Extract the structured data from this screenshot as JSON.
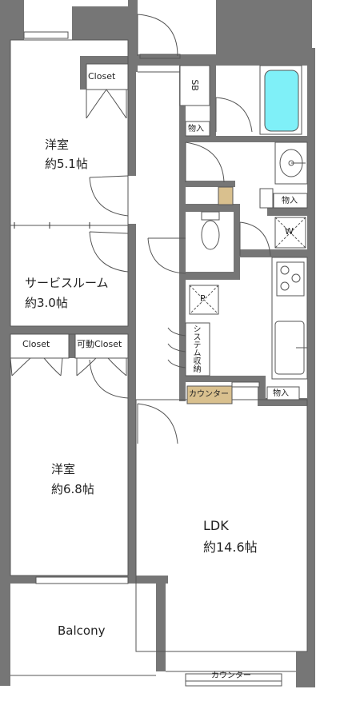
{
  "rooms": {
    "western_top": {
      "name": "洋室",
      "size": "約5.1帖"
    },
    "service_room": {
      "name": "サービスルーム",
      "size": "約3.0帖"
    },
    "western_bottom": {
      "name": "洋室",
      "size": "約6.8帖"
    },
    "ldk": {
      "name": "LDK",
      "size": "約14.6帖"
    },
    "balcony": {
      "name": "Balcony"
    }
  },
  "labels": {
    "closet_top": "Closet",
    "closet_left": "Closet",
    "closet_movable": "可動Closet",
    "shoe_box": "SB",
    "storage_1": "物入",
    "storage_2": "物入",
    "storage_3": "物入",
    "system_storage": "システム収納",
    "counter_hall": "カウンター",
    "counter_bottom": "カウンター",
    "washer": "W",
    "pipe_space": "P"
  },
  "colors": {
    "wall": "#767676",
    "bath": "#7ff0f8",
    "counter": "#d9c08e",
    "hatch": "#dcdcdc",
    "line": "#555555"
  }
}
